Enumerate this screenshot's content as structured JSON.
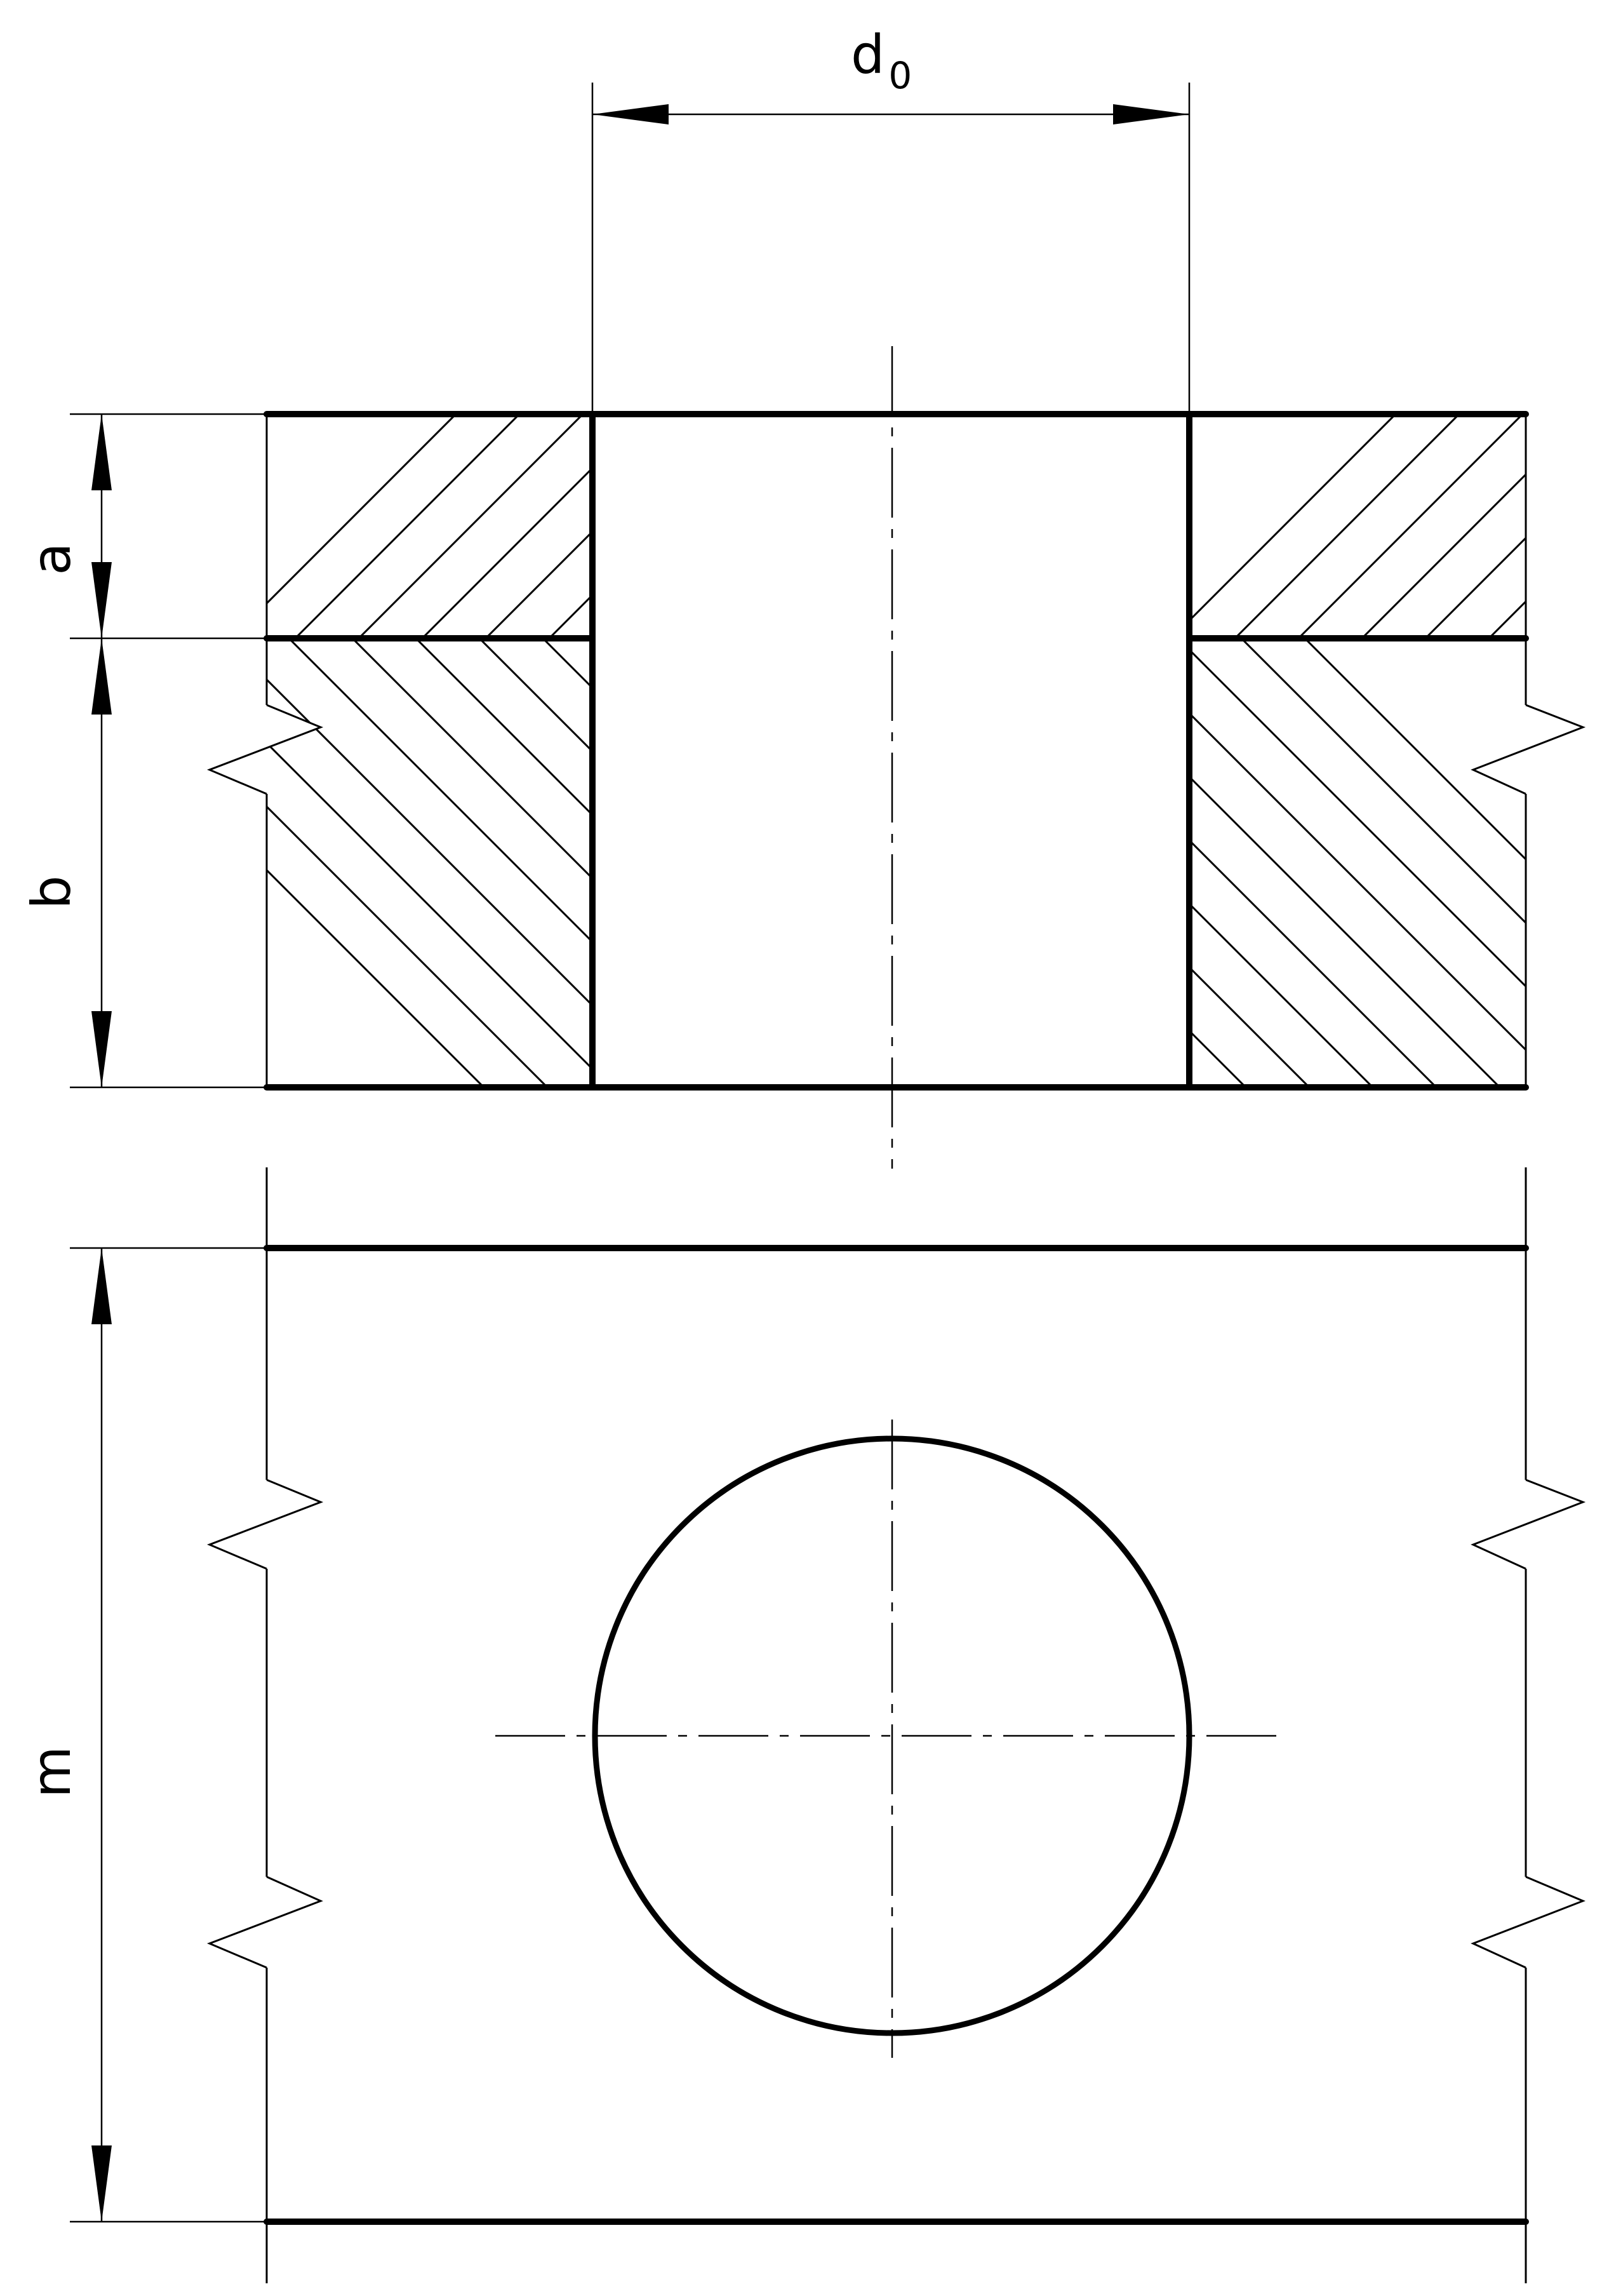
{
  "labels": {
    "diameter": "d",
    "diameter_subscript": "0",
    "top_layer_thickness": "a",
    "bottom_layer_thickness": "b",
    "plan_width": "m"
  },
  "colors": {
    "line": "#000000",
    "background": "#ffffff"
  }
}
